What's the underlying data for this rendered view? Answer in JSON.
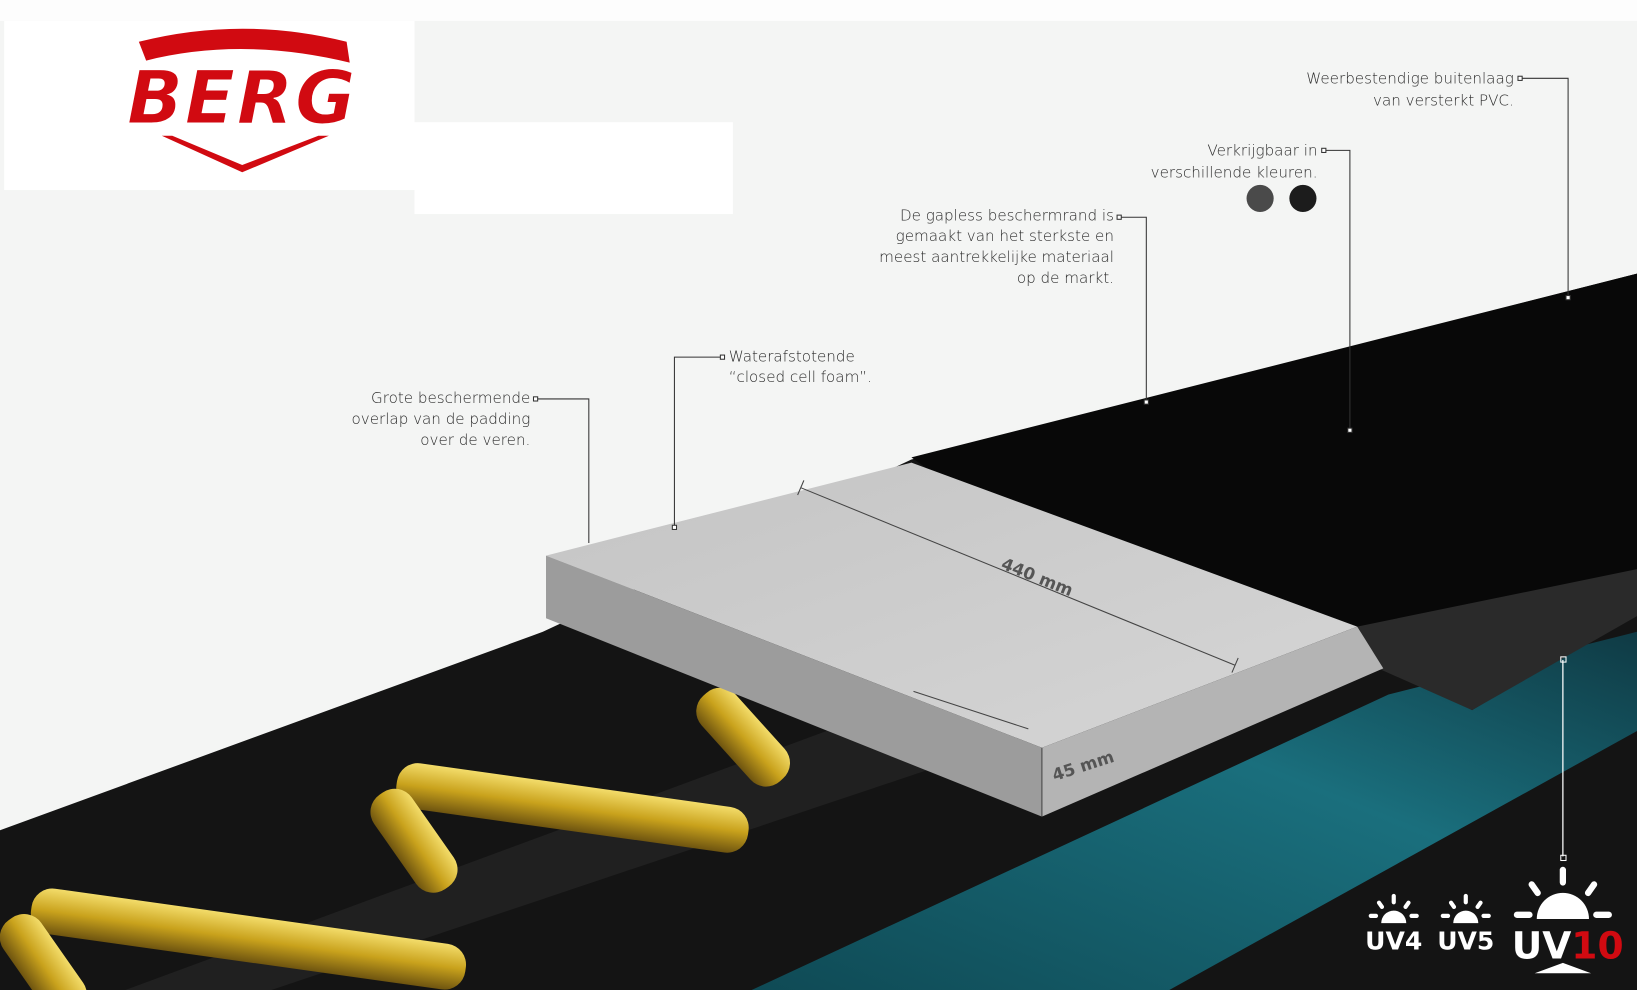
{
  "brand": {
    "logo_text": "BERG",
    "color": "#d10a11"
  },
  "annotations": {
    "outer_layer": [
      "Weerbestendige buitenlaag",
      "van versterkt PVC."
    ],
    "colors": [
      "Verkrijgbaar in",
      "verschillende kleuren."
    ],
    "gapless": [
      "De gapless beschermrand is",
      "gemaakt van het sterkste en",
      "meest aantrekkelijke materiaal",
      "op de markt."
    ],
    "foam": [
      "Waterafstotende",
      "“closed cell foam”."
    ],
    "overlap": [
      "Grote beschermende",
      "overlap van de padding",
      "over de veren."
    ]
  },
  "color_swatches": [
    "#4a4a4a",
    "#1c1c1c"
  ],
  "dimensions": {
    "width": "440 mm",
    "thickness": "45 mm"
  },
  "uv_badges": {
    "uv4": "UV4",
    "uv5": "UV5",
    "uv10_prefix": "UV",
    "uv10_number": "10",
    "uv10_number_color": "#d10a11"
  }
}
